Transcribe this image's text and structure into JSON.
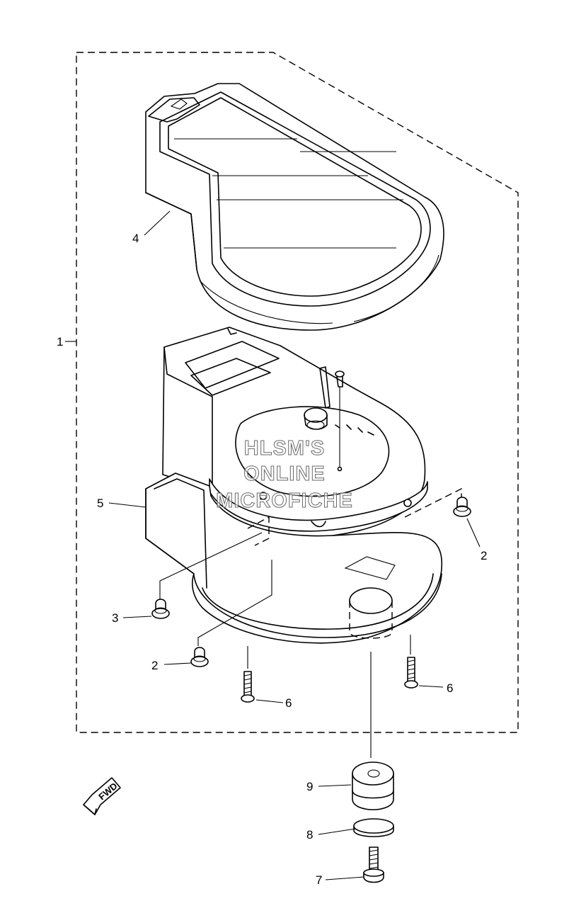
{
  "callouts": {
    "c1": "1",
    "c2a": "2",
    "c2b": "2",
    "c3": "3",
    "c4": "4",
    "c5": "5",
    "c6a": "6",
    "c6b": "6",
    "c7": "7",
    "c8": "8",
    "c9": "9"
  },
  "watermark": {
    "line1": "HLSM'S",
    "line2": "ONLINE",
    "line3": "MICROFICHE"
  },
  "direction_badge": {
    "label": "FWD",
    "icon": "fwd-arrow-icon"
  },
  "parts_icons": [
    "meter-cover-icon",
    "meter-assembly-icon",
    "meter-case-icon",
    "grommet-icon",
    "screw-icon",
    "damper-icon",
    "collar-icon",
    "bolt-icon"
  ],
  "colors": {
    "line": "#000000",
    "background": "#ffffff",
    "watermark_outline": "#6a6a6a"
  }
}
